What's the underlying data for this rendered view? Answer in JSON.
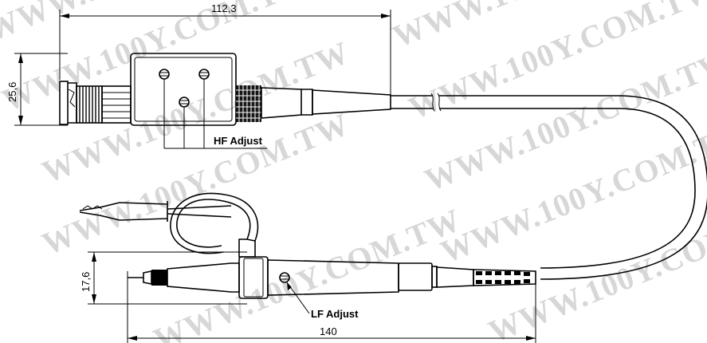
{
  "dimensions": {
    "total_length": "112,3",
    "connector_height": "25,6",
    "probe_diameter": "17,6",
    "probe_length": "140"
  },
  "callouts": {
    "hf_adjust": "HF Adjust",
    "lf_adjust": "LF Adjust"
  },
  "watermark": {
    "text": "WWW.100Y.COM.TW"
  }
}
